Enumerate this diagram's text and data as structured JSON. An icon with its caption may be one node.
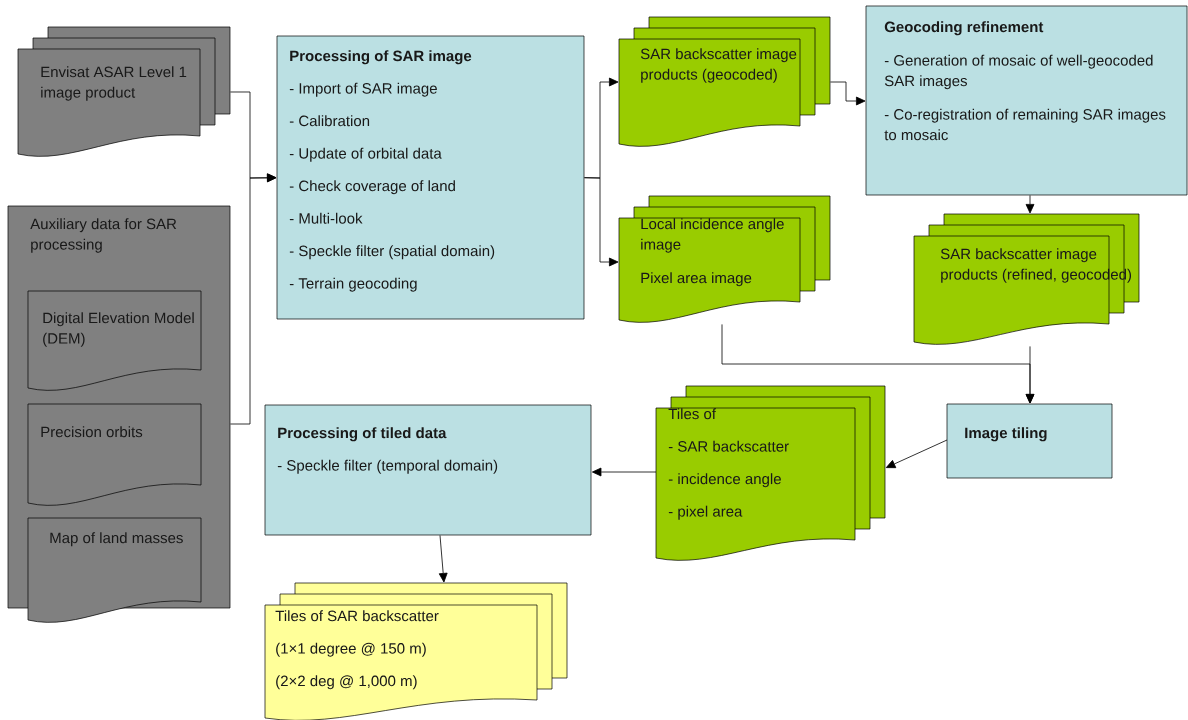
{
  "diagram": {
    "nodes": [
      {
        "text": [
          "Envisat ASAR Level 1 image product"
        ]
      },
      {
        "text": [
          "Auxiliary data for SAR processing"
        ]
      },
      {
        "text": [
          "Digital Elevation Model (DEM)"
        ],
        "in": 1
      },
      {
        "text": [
          "Precision orbits"
        ],
        "in": 1
      },
      {
        "text": [
          "Map of land masses"
        ],
        "in": 1
      },
      {
        "text": [
          "Processing of SAR image",
          "- Import of SAR image",
          "- Calibration",
          "- Update of orbital data",
          "- Check coverage of land",
          "- Multi-look",
          "- Speckle filter (spatial domain)",
          "- Terrain geocoding"
        ]
      },
      {
        "text": [
          "SAR backscatter image products (geocoded)"
        ]
      },
      {
        "text": [
          "Local incidence angle image",
          "Pixel area image"
        ]
      },
      {
        "text": [
          "Geocoding refinement",
          "- Generation of mosaic of well-geocoded SAR images",
          "- Co-registration of remaining SAR images to mosaic"
        ]
      },
      {
        "text": [
          "SAR backscatter image products (refined, geocoded)"
        ]
      },
      {
        "text": [
          "Image tiling"
        ]
      },
      {
        "text": [
          "Tiles of",
          "- SAR backscatter",
          "- incidence angle",
          "- pixel area"
        ]
      },
      {
        "text": [
          "Processing of tiled data",
          "- Speckle filter (temporal domain)"
        ]
      },
      {
        "text": [
          "Tiles of SAR backscatter",
          "(1×1 degree @ 150 m)",
          "(2×2 deg @ 1,000 m)"
        ]
      }
    ],
    "edges": [
      {
        "from": 0,
        "to": 5,
        "arrow": "to"
      },
      {
        "from": 1,
        "to": 5,
        "arrow": "to"
      },
      {
        "from": 5,
        "to": 6,
        "arrow": "to"
      },
      {
        "from": 5,
        "to": 7,
        "arrow": "to"
      },
      {
        "from": 6,
        "to": 8,
        "arrow": "to"
      },
      {
        "from": 8,
        "to": 9,
        "arrow": "to"
      },
      {
        "from": 7,
        "to": 10,
        "arrow": "to"
      },
      {
        "from": 9,
        "to": 10,
        "arrow": "to"
      },
      {
        "from": 10,
        "to": 11,
        "arrow": "to"
      },
      {
        "from": 11,
        "to": 12,
        "arrow": "to"
      },
      {
        "from": 12,
        "to": 13,
        "arrow": "to"
      }
    ]
  }
}
